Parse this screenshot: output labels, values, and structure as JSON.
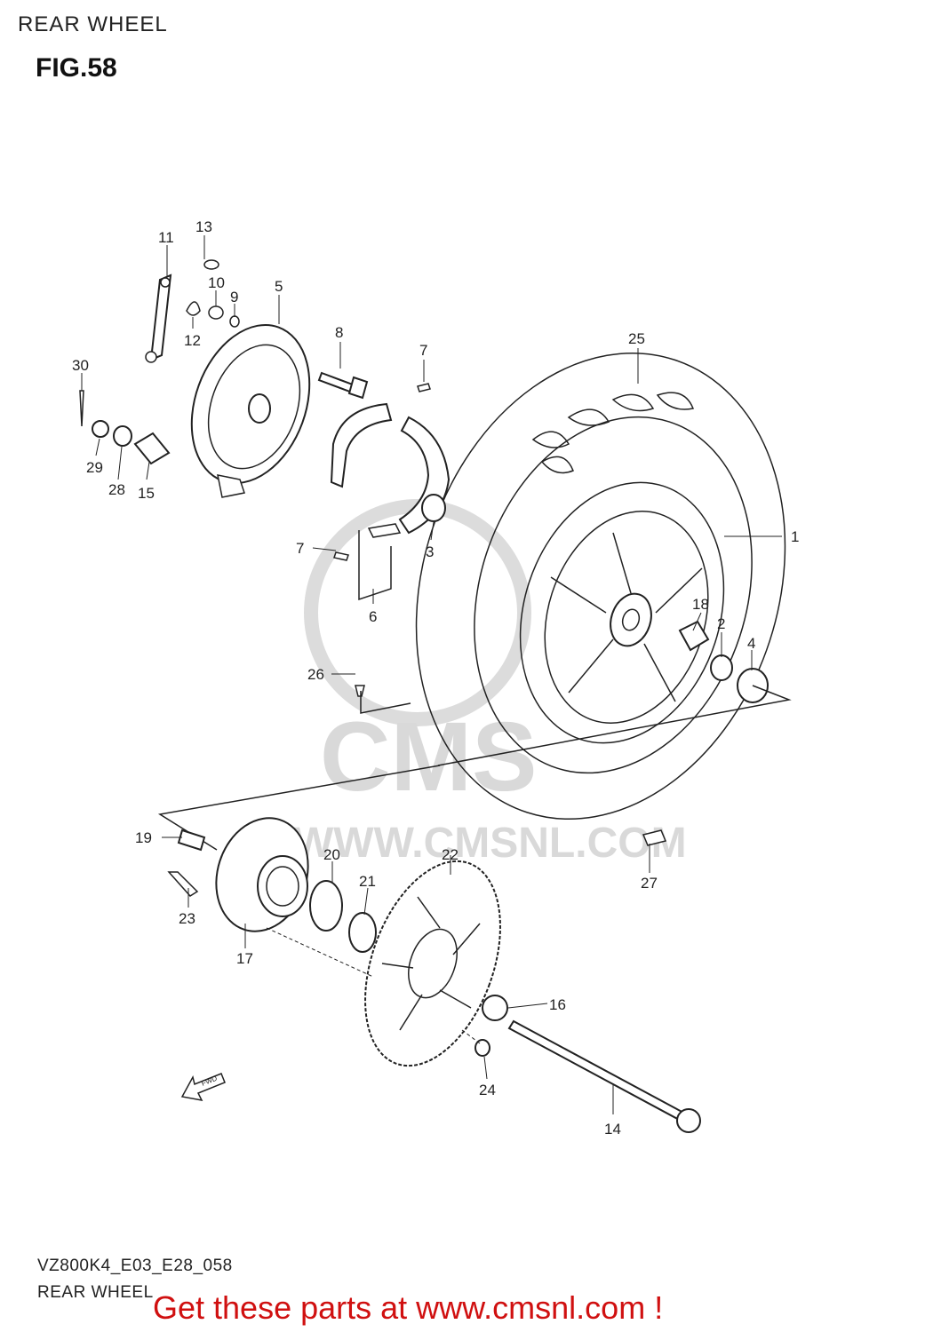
{
  "header": {
    "section_title": "REAR WHEEL",
    "figure_number": "FIG.58"
  },
  "watermark": {
    "site": "WWW.CMSNL.COM",
    "logo": "CMS"
  },
  "callouts": [
    {
      "num": "1"
    },
    {
      "num": "2"
    },
    {
      "num": "3"
    },
    {
      "num": "4"
    },
    {
      "num": "5"
    },
    {
      "num": "6"
    },
    {
      "num": "7"
    },
    {
      "num": "7"
    },
    {
      "num": "8"
    },
    {
      "num": "9"
    },
    {
      "num": "10"
    },
    {
      "num": "11"
    },
    {
      "num": "12"
    },
    {
      "num": "13"
    },
    {
      "num": "14"
    },
    {
      "num": "15"
    },
    {
      "num": "16"
    },
    {
      "num": "17"
    },
    {
      "num": "18"
    },
    {
      "num": "19"
    },
    {
      "num": "20"
    },
    {
      "num": "21"
    },
    {
      "num": "22"
    },
    {
      "num": "23"
    },
    {
      "num": "24"
    },
    {
      "num": "25"
    },
    {
      "num": "26"
    },
    {
      "num": "27"
    },
    {
      "num": "28"
    },
    {
      "num": "29"
    },
    {
      "num": "30"
    }
  ],
  "direction_marker": "FWD",
  "footer": {
    "model_code": "VZ800K4_E03_E28_058",
    "section_name": "REAR WHEEL"
  },
  "promo_text": "Get these parts at www.cmsnl.com !"
}
